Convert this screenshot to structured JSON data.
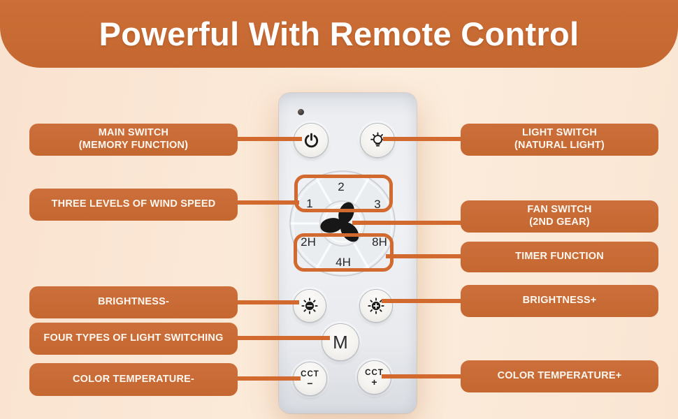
{
  "header": {
    "title": "Powerful With Remote Control"
  },
  "colors": {
    "banner_orange": "#C56730",
    "callout_orange": "#C86A34",
    "connector_orange": "#D2692E",
    "background_peach": "#FBE8D6",
    "remote_body_gray": "#ECEEF1",
    "icon_black": "#1B1B1B",
    "text_white": "#FFF7EF"
  },
  "callouts": {
    "left": [
      {
        "line1": "MAIN SWITCH",
        "line2": "(MEMORY FUNCTION)"
      },
      {
        "line1": "THREE LEVELS OF WIND SPEED"
      },
      {
        "line1": "BRIGHTNESS-"
      },
      {
        "line1": "FOUR TYPES OF LIGHT SWITCHING"
      },
      {
        "line1": "COLOR TEMPERATURE-"
      }
    ],
    "right": [
      {
        "line1": "LIGHT SWITCH",
        "line2": "(NATURAL LIGHT)"
      },
      {
        "line1": "FAN SWITCH",
        "line2": "(2ND GEAR)"
      },
      {
        "line1": "TIMER FUNCTION"
      },
      {
        "line1": "BRIGHTNESS+"
      },
      {
        "line1": "COLOR TEMPERATURE+"
      }
    ]
  },
  "remote": {
    "dpad": {
      "speed_top": "2",
      "speed_left": "1",
      "speed_right": "3",
      "timer_left": "2H",
      "timer_right": "8H",
      "timer_bottom": "4H"
    },
    "buttons": {
      "mode_label": "M",
      "cct_label": "CCT",
      "cct_minus_sign": "−",
      "cct_plus_sign": "+"
    },
    "icons": {
      "power": "power-icon",
      "light": "light-bulb-icon",
      "fan": "fan-icon",
      "brightness_minus": "sun-minus-icon",
      "brightness_plus": "sun-plus-icon",
      "led": "led-indicator"
    }
  }
}
